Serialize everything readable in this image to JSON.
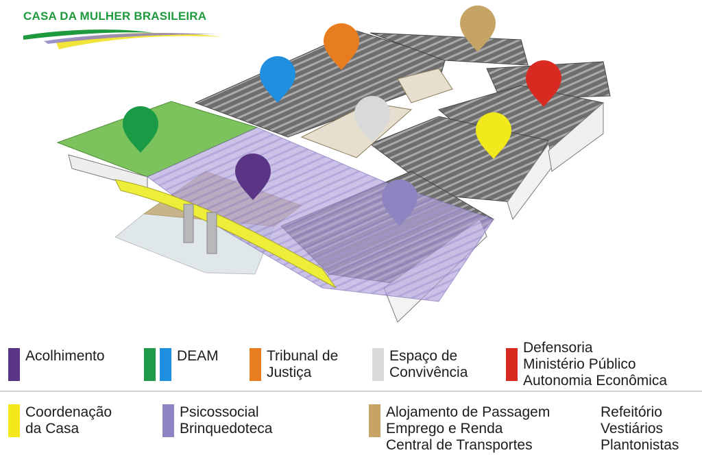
{
  "logo": {
    "title": "CASA DA MULHER BRASILEIRA",
    "colors": {
      "green": "#1e9a3d",
      "yellow": "#f2e53a",
      "violet": "#8d7fc1"
    }
  },
  "pins": [
    {
      "key": "deam_green",
      "color": "#1b9a45"
    },
    {
      "key": "deam_blue",
      "color": "#1f8fe0"
    },
    {
      "key": "tribunal",
      "color": "#e87d1f"
    },
    {
      "key": "alojamento",
      "color": "#c6a465"
    },
    {
      "key": "defensoria",
      "color": "#d92a22"
    },
    {
      "key": "espaco",
      "color": "#d9d9d9"
    },
    {
      "key": "coordenacao",
      "color": "#f2e91d"
    },
    {
      "key": "acolhimento",
      "color": "#5b3585"
    },
    {
      "key": "psicossocial",
      "color": "#8e84c2"
    }
  ],
  "legend": {
    "row1": [
      {
        "key": "acolhimento",
        "colors": [
          "#5b3585"
        ],
        "lines": [
          "Acolhimento"
        ]
      },
      {
        "key": "deam",
        "colors": [
          "#1e9a48",
          "#1f8fe0"
        ],
        "lines": [
          "DEAM"
        ]
      },
      {
        "key": "tribunal",
        "colors": [
          "#e87d1f"
        ],
        "lines": [
          "Tribunal de",
          "Justiça"
        ]
      },
      {
        "key": "espaco",
        "colors": [
          "#d9d9d9"
        ],
        "lines": [
          "Espaço de",
          "Convivência"
        ]
      },
      {
        "key": "defensoria",
        "colors": [
          "#d92a22"
        ],
        "lines": [
          "Defensoria",
          "Ministério Público",
          "Autonomia Econômica"
        ]
      }
    ],
    "row2": [
      {
        "key": "coordenacao",
        "colors": [
          "#f2e81c"
        ],
        "lines": [
          "Coordenação",
          "da Casa"
        ]
      },
      {
        "key": "psicossocial",
        "colors": [
          "#8e84c2"
        ],
        "lines": [
          "Psicossocial",
          "Brinquedoteca"
        ]
      },
      {
        "key": "alojamento",
        "colors": [
          "#c6a465"
        ],
        "lines": [
          "Alojamento de Passagem",
          "Emprego e Renda",
          "Central de Transportes"
        ]
      },
      {
        "key": "refeitorio",
        "colors": [],
        "lines": [
          "Refeitório",
          "Vestiários",
          "Plantonistas"
        ]
      }
    ]
  }
}
